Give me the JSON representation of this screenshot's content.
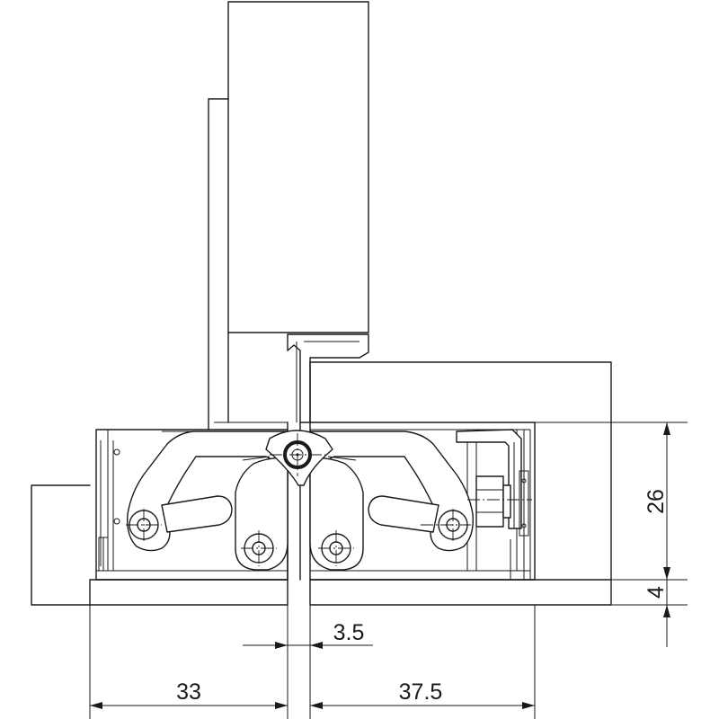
{
  "dimensions": {
    "height_26": "26",
    "height_4": "4",
    "gap": "3.5",
    "left_width": "33",
    "right_width": "37.5"
  }
}
